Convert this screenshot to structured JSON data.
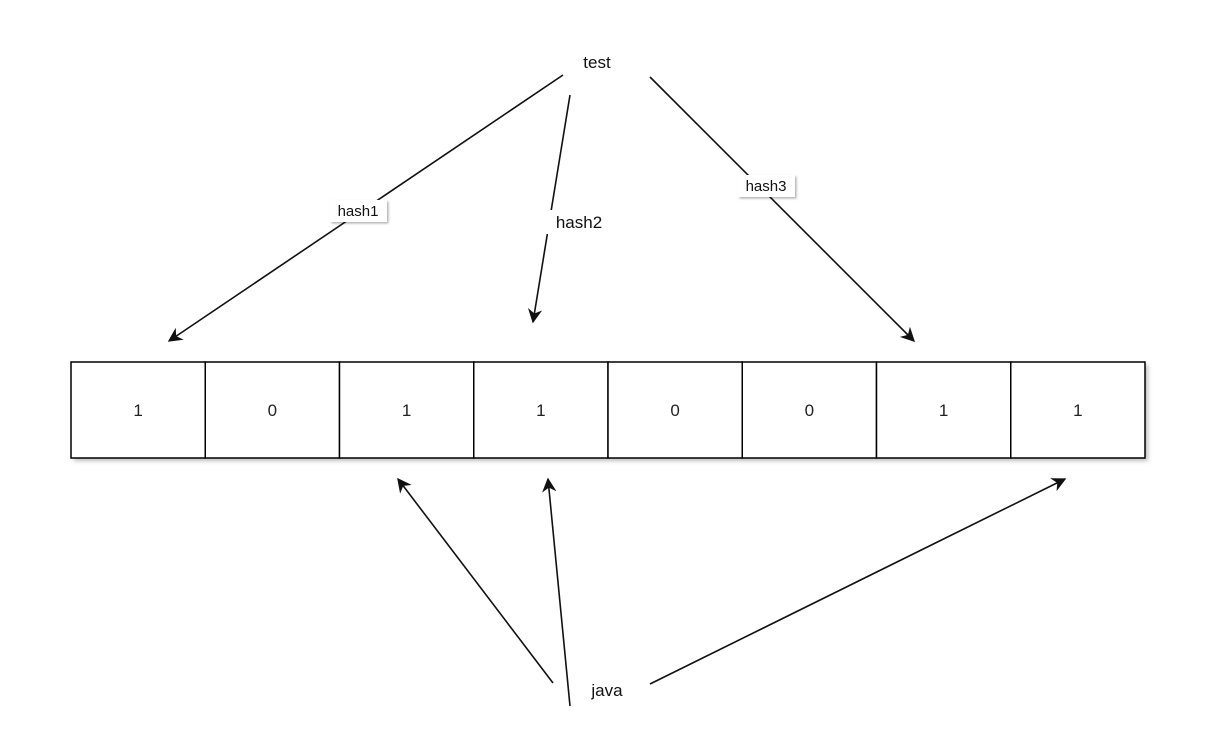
{
  "nodes": {
    "test": {
      "label": "test"
    },
    "java": {
      "label": "java"
    }
  },
  "edge_labels": {
    "hash1": "hash1",
    "hash2": "hash2",
    "hash3": "hash3"
  },
  "bit_array": {
    "cells": [
      "1",
      "0",
      "1",
      "1",
      "0",
      "0",
      "1",
      "1"
    ]
  },
  "edges": [
    {
      "from": "test",
      "to_cell": 0,
      "label_key": "hash1"
    },
    {
      "from": "test",
      "to_cell": 3,
      "label_key": "hash2"
    },
    {
      "from": "test",
      "to_cell": 6,
      "label_key": "hash3"
    },
    {
      "from": "java",
      "to_cell": 2,
      "label_key": null
    },
    {
      "from": "java",
      "to_cell": 3,
      "label_key": null
    },
    {
      "from": "java",
      "to_cell": 7,
      "label_key": null
    }
  ],
  "colors": {
    "stroke": "#111111",
    "cell_border": "#000000",
    "background": "#ffffff"
  }
}
